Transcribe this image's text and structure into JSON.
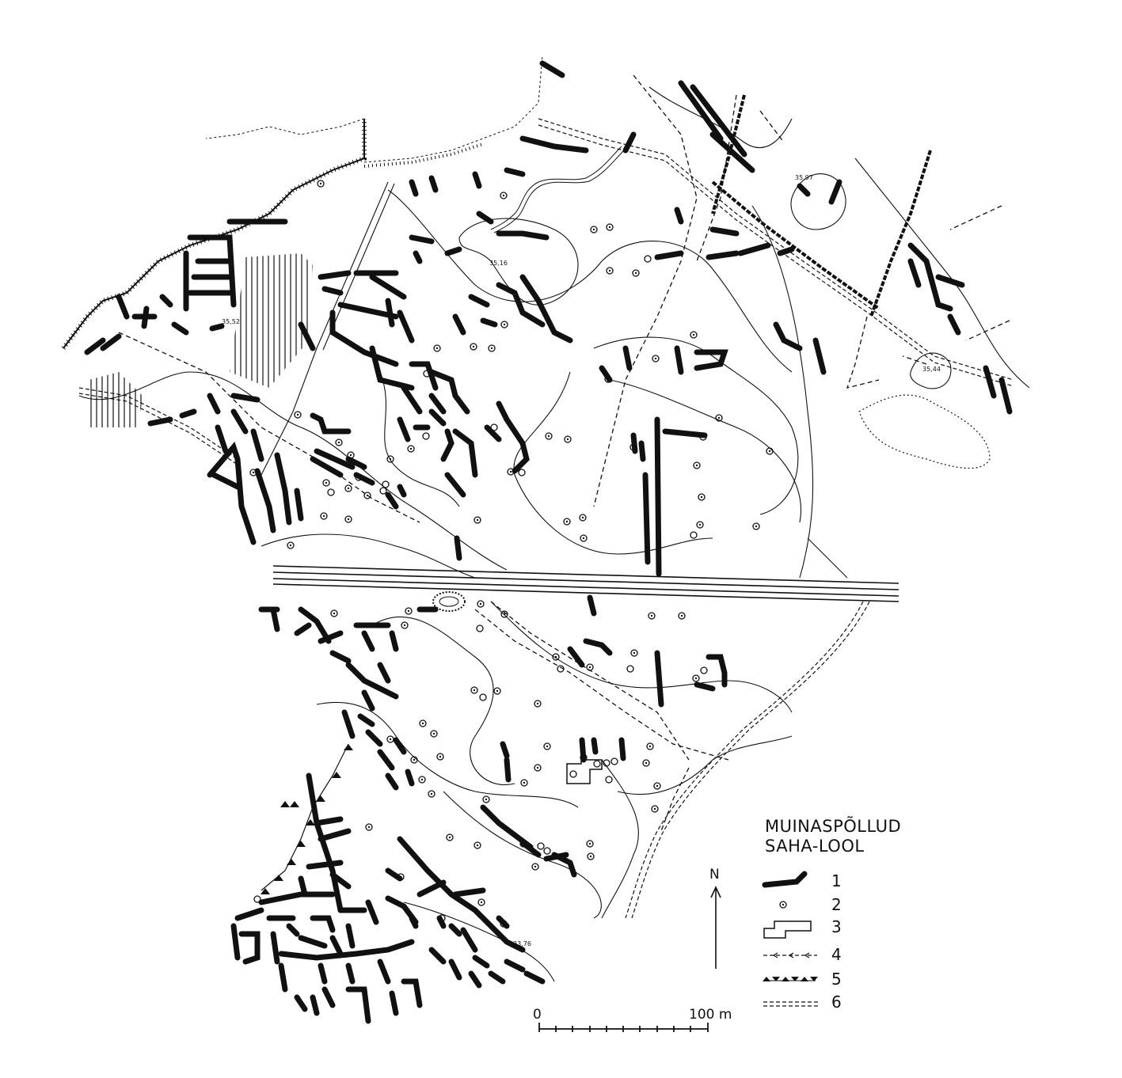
{
  "legend": {
    "title_line1": "MUINASPÕLLUD",
    "title_line2": "SAHA-LOOL",
    "items": [
      {
        "number": "1",
        "symbol": "field-boundary-bank-icon"
      },
      {
        "number": "2",
        "symbol": "clearance-cairn-icon"
      },
      {
        "number": "3",
        "symbol": "building-outline-icon"
      },
      {
        "number": "4",
        "symbol": "arrowed-dashed-line-icon"
      },
      {
        "number": "5",
        "symbol": "triangle-line-icon"
      },
      {
        "number": "6",
        "symbol": "double-dashed-line-icon"
      }
    ]
  },
  "north": {
    "label": "N"
  },
  "scale": {
    "start": "0",
    "end": "100 m"
  },
  "elevations": [
    "35,97",
    "35,16",
    "35,52",
    "35,44",
    "33,76"
  ],
  "colors": {
    "ink": "#111111",
    "background": "#ffffff"
  }
}
